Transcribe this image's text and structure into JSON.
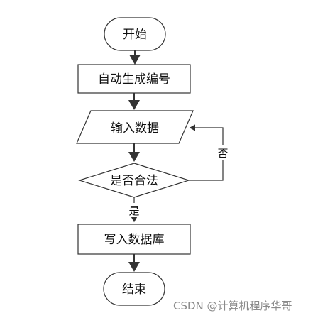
{
  "flowchart": {
    "start": "开始",
    "generate_id": "自动生成编号",
    "input_data": "输入数据",
    "decision": "是否合法",
    "write_db": "写入数据库",
    "end": "结束",
    "edge_no": "否",
    "edge_yes": "是"
  },
  "watermark": "CSDN @计算机程序华哥",
  "colors": {
    "stroke": "#333333",
    "fill": "#ffffff",
    "arrow": "#333333"
  }
}
